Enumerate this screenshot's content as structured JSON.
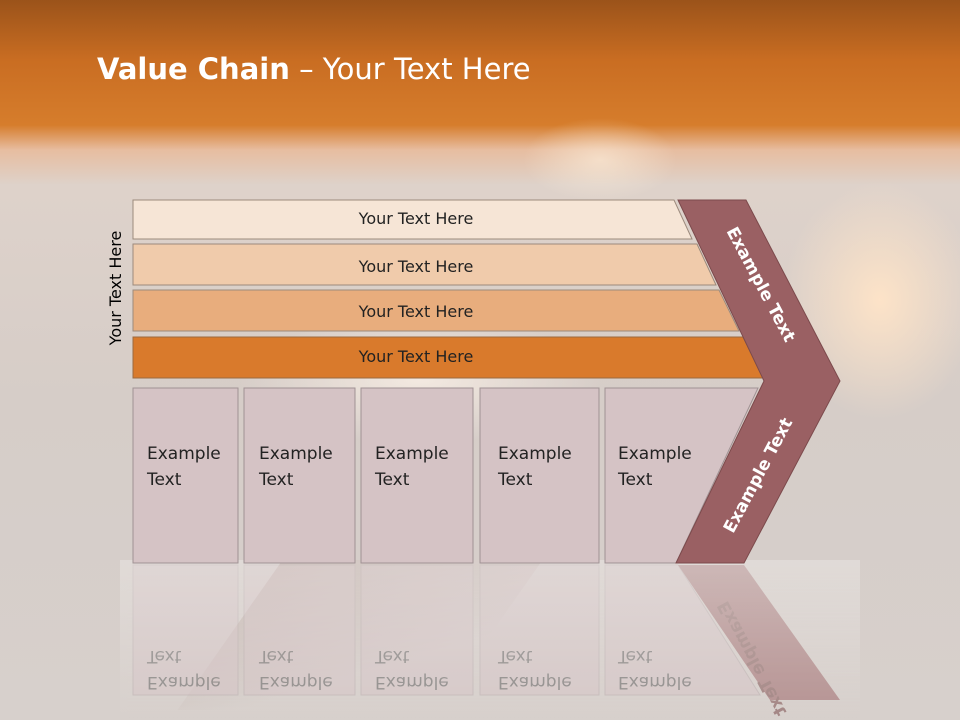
{
  "title": {
    "bold": "Value Chain",
    "rest": " – Your Text Here"
  },
  "side_label": "Your Text Here",
  "bars": [
    {
      "label": "Your Text Here",
      "color": "#f6e5d6"
    },
    {
      "label": "Your Text Here",
      "color": "#f0cbab"
    },
    {
      "label": "Your Text Here",
      "color": "#e8ad7d"
    },
    {
      "label": "Your Text Here",
      "color": "#d97a2c"
    }
  ],
  "boxes": [
    {
      "line1": "Example",
      "line2": "Text"
    },
    {
      "line1": "Example",
      "line2": "Text"
    },
    {
      "line1": "Example",
      "line2": "Text"
    },
    {
      "line1": "Example",
      "line2": "Text"
    },
    {
      "line1": "Example",
      "line2": "Text"
    }
  ],
  "chevron": {
    "upper_label": "Example Text",
    "lower_label": "Example Text",
    "color": "#9a6063"
  },
  "colors": {
    "header": "#d67d2c",
    "box_fill": "#d5c3c5",
    "box_border": "#a09294"
  }
}
